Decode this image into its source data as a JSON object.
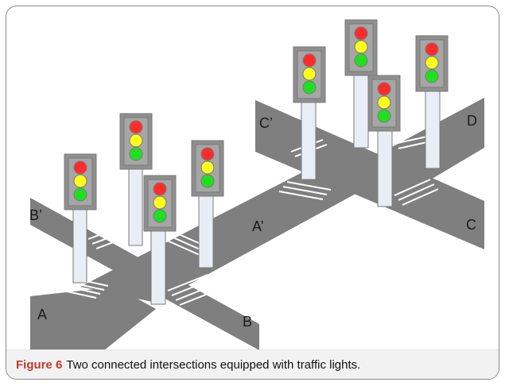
{
  "diagram": {
    "intersection_labels": {
      "A": "A",
      "B": "B",
      "A_prime": "A’",
      "B_prime": "B’",
      "C": "C",
      "D": "D",
      "C_prime": "C’"
    },
    "colors": {
      "road": "#7f7f7f",
      "pole": "#e9eef6",
      "housing": "#8f8f8f",
      "red": "#ff2b2b",
      "yellow": "#ffff1a",
      "green": "#1fe01f"
    }
  },
  "caption": {
    "label": "Figure 6",
    "text": "Two connected intersections equipped with traffic lights."
  }
}
